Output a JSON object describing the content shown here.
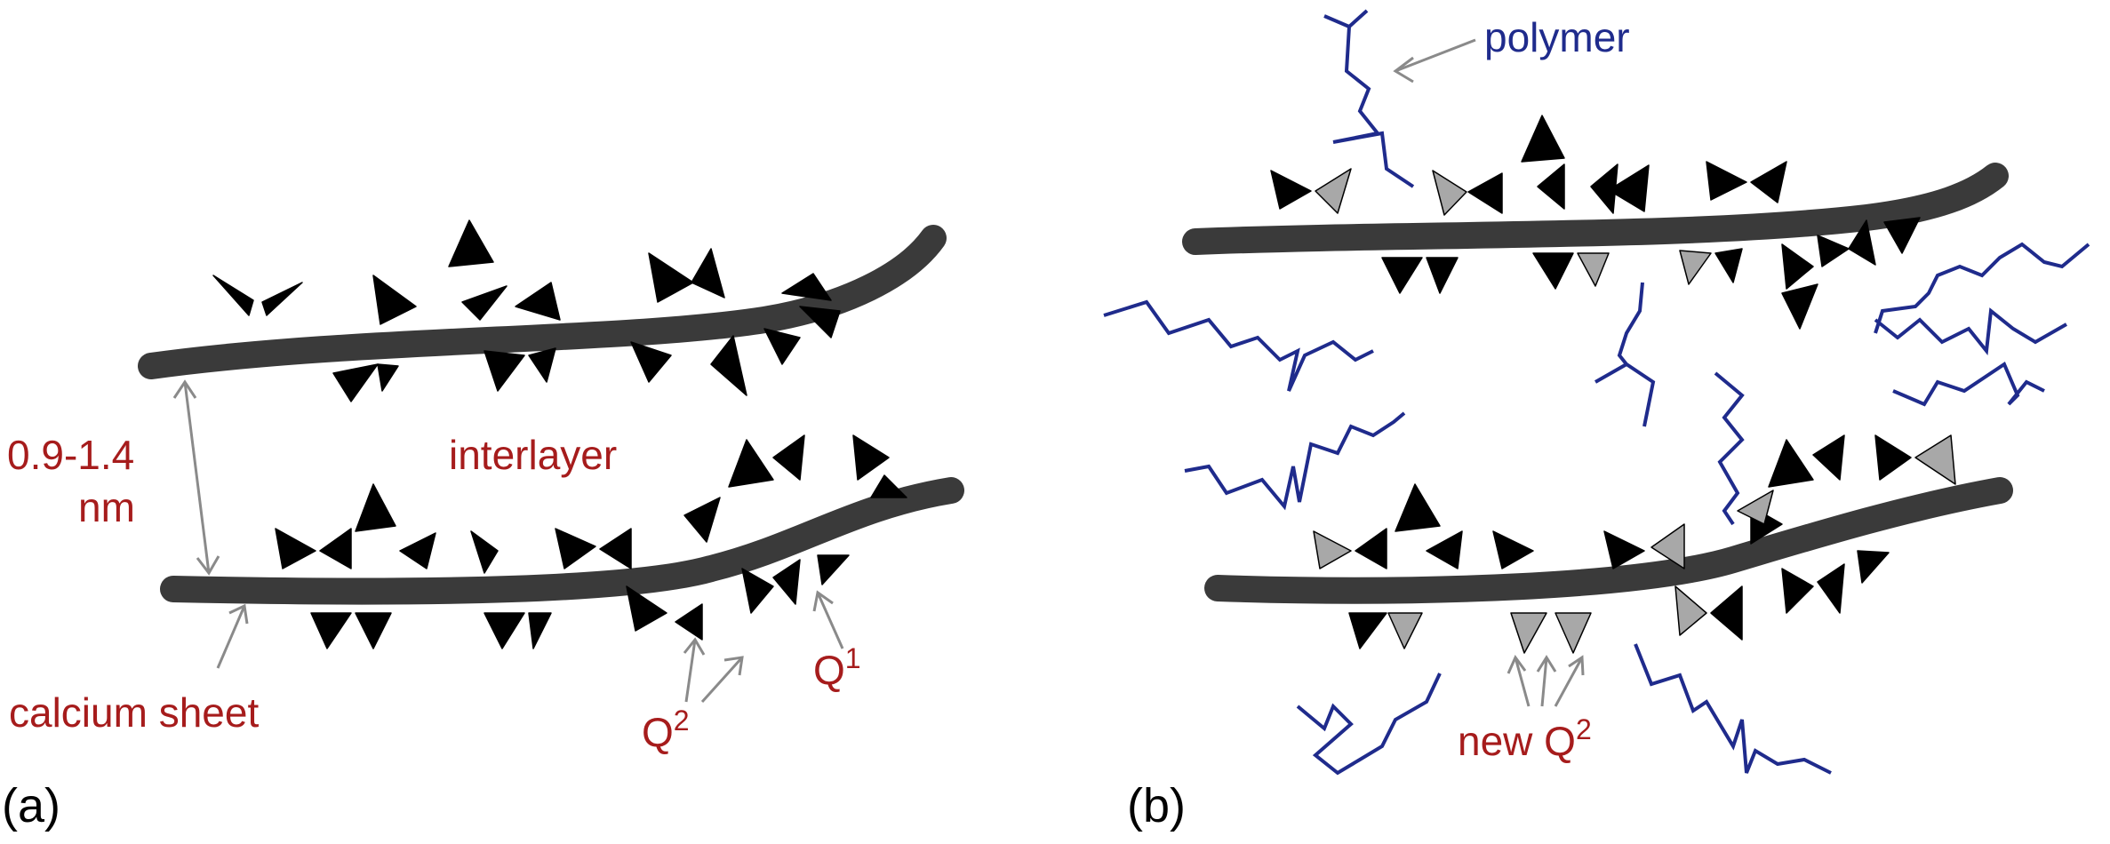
{
  "panel_a": {
    "label": "(a)",
    "spacing_label_line1": "0.9-1.4",
    "spacing_label_line2": "nm",
    "interlayer_label": "interlayer",
    "sheet_label": "calcium sheet",
    "q2_label": "Q",
    "q2_sup": "2",
    "q1_label": "Q",
    "q1_sup": "1"
  },
  "panel_b": {
    "label": "(b)",
    "polymer_label": "polymer",
    "new_q2_label": "new Q",
    "new_q2_sup": "2"
  },
  "colors": {
    "sheet": "#3a3a3a",
    "tetrahedra": "#000000",
    "new_tetrahedra": "#a8a8a8",
    "text_red": "#a61c1c",
    "text_blue": "#1f2b8c",
    "arrow_grey": "#8a8a8a"
  }
}
